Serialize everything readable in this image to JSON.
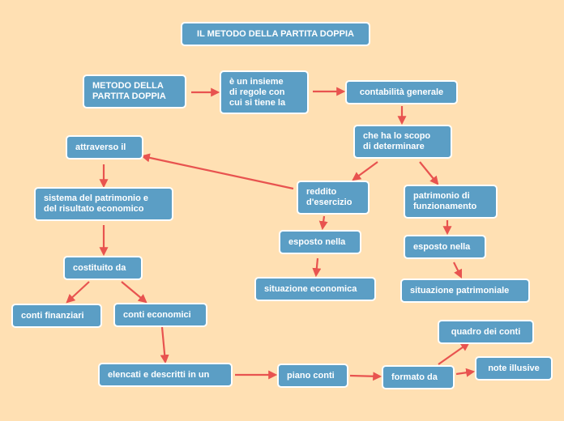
{
  "colors": {
    "background": "#ffe0b3",
    "node_fill": "#5b9ec5",
    "node_border": "#ffffff",
    "node_text": "#ffffff",
    "arrow": "#e8534f"
  },
  "nodes": {
    "title": "IL METODO DELLA PARTITA DOPPIA",
    "metodo": "METODO DELLA\nPARTITA DOPPIA",
    "insieme": "è un insieme\ndi regole con\ncui si tiene la",
    "contabilita": "contabilità generale",
    "scopo": "che ha lo scopo\ndi determinare",
    "attraverso": "attraverso il",
    "sistema": "sistema del patrimonio e\ndel risultato economico",
    "reddito": "reddito\nd'esercizio",
    "patrimonio_funz": "patrimonio di\nfunzionamento",
    "esposto1": "esposto nella",
    "esposto2": "esposto nella",
    "costituito": "costituito da",
    "sit_economica": "situazione economica",
    "sit_patrimoniale": "situazione patrimoniale",
    "conti_finanziari": "conti finanziari",
    "conti_economici": "conti economici",
    "quadro": "quadro dei conti",
    "note": "note illusive",
    "elencati": "elencati e descritti in un",
    "piano": "piano conti",
    "formato": "formato da"
  }
}
